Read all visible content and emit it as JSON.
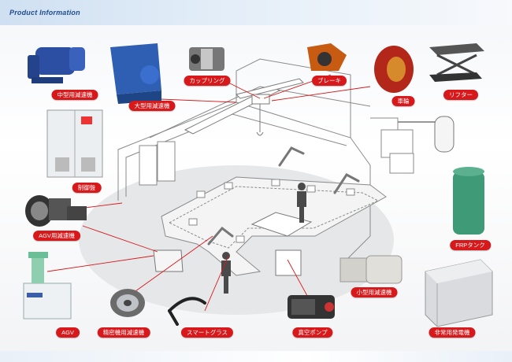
{
  "header": {
    "title": "Product Information"
  },
  "products": [
    {
      "id": "small-gearmotor",
      "label": "中型用減速機"
    },
    {
      "id": "large-gearbox",
      "label": "大型用減速機"
    },
    {
      "id": "coupling",
      "label": "カップリング"
    },
    {
      "id": "brake",
      "label": "ブレーキ"
    },
    {
      "id": "wheel",
      "label": "車輪"
    },
    {
      "id": "lifter",
      "label": "リフター"
    },
    {
      "id": "control-panel",
      "label": "制御盤"
    },
    {
      "id": "agv-reducer",
      "label": "AGV用減速機"
    },
    {
      "id": "frp-tank",
      "label": "FRPタンク"
    },
    {
      "id": "compact-reducer",
      "label": "小型用減速機"
    },
    {
      "id": "agv",
      "label": "AGV"
    },
    {
      "id": "precision-reducer",
      "label": "精密機用減速機"
    },
    {
      "id": "smart-glasses",
      "label": "スマートグラス"
    },
    {
      "id": "vacuum-pump",
      "label": "真空ポンプ"
    },
    {
      "id": "emergency-generator",
      "label": "非常用発電機"
    }
  ],
  "colors": {
    "label_bg": "#d7191c",
    "connector": "#d7191c",
    "header_text": "#1f4c8f",
    "line_art": "#8a8a8a"
  }
}
